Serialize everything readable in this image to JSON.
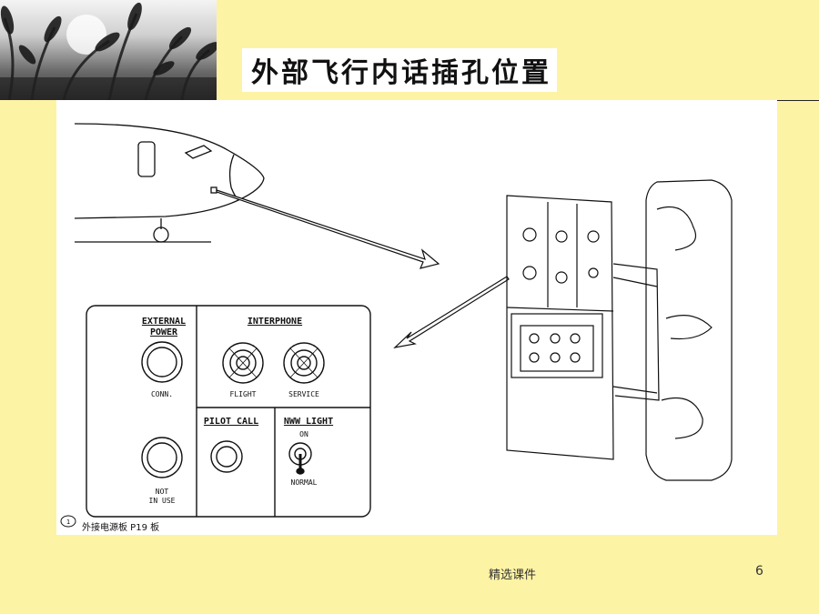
{
  "slide": {
    "title": "外部飞行内话插孔位置",
    "footer_label": "精选课件",
    "page_number": "6"
  },
  "panel": {
    "external_power_line1": "EXTERNAL",
    "external_power_line2": "POWER",
    "conn_label": "CONN.",
    "interphone_label": "INTERPHONE",
    "flight_label": "FLIGHT",
    "service_label": "SERVICE",
    "pilot_call_label": "PILOT CALL",
    "nww_light_label": "NWW LIGHT",
    "on_label": "ON",
    "normal_label": "NORMAL",
    "not_label": "NOT",
    "in_use_label": "IN USE",
    "caption_number": "1",
    "caption": "外接电源板 P19 板"
  },
  "colors": {
    "slide_background": "#fdf3a4",
    "figure_background": "#ffffff",
    "line": "#111111"
  }
}
